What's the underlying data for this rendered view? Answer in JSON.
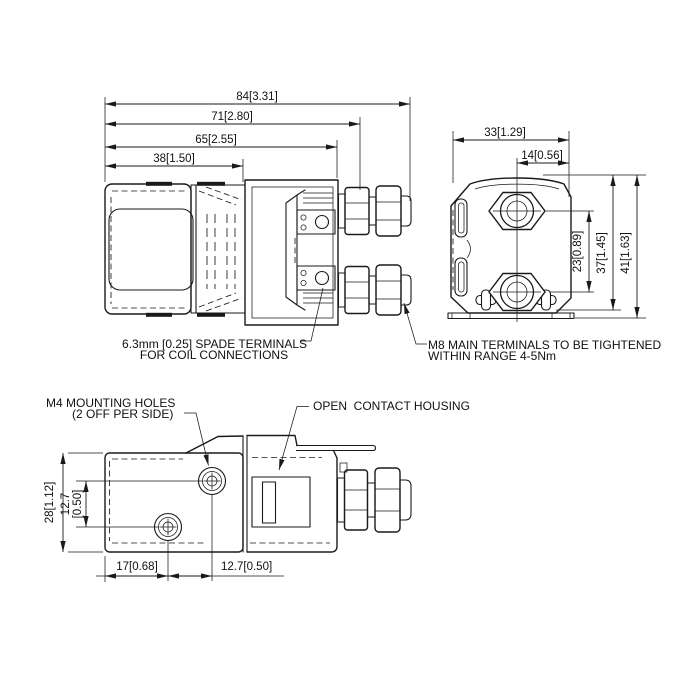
{
  "document": {
    "type": "engineering-dimension-drawing",
    "subject": "DC contactor / solenoid switch, three orthographic views",
    "units": "mm [inches]"
  },
  "colors": {
    "line": "#1a1a1a",
    "background": "#ffffff"
  },
  "dims": {
    "top": [
      "84[3.31]",
      "71[2.80]",
      "65[2.55]",
      "38[1.50]"
    ],
    "end_top": [
      "33[1.29]",
      "14[0.56]"
    ],
    "end_right": [
      "23[0.89]",
      "37[1.45]",
      "41[1.63]"
    ],
    "side_left": [
      "28[1.12]",
      "12.7",
      "[0.50]"
    ],
    "side_bottom": [
      "17[0.68]",
      "12.7[0.50]"
    ]
  },
  "annotations": {
    "spade_line1": "6.3mm [0.25] SPADE TERMINALS",
    "spade_line2": "FOR COIL CONNECTIONS",
    "m8_line1": "M8 MAIN TERMINALS TO BE TIGHTENED",
    "m8_line2": "WITHIN RANGE 4-5Nm",
    "m4_line1": "M4 MOUNTING HOLES",
    "m4_line2": "(2 OFF PER SIDE)",
    "open_contact": "OPEN  CONTACT HOUSING"
  }
}
